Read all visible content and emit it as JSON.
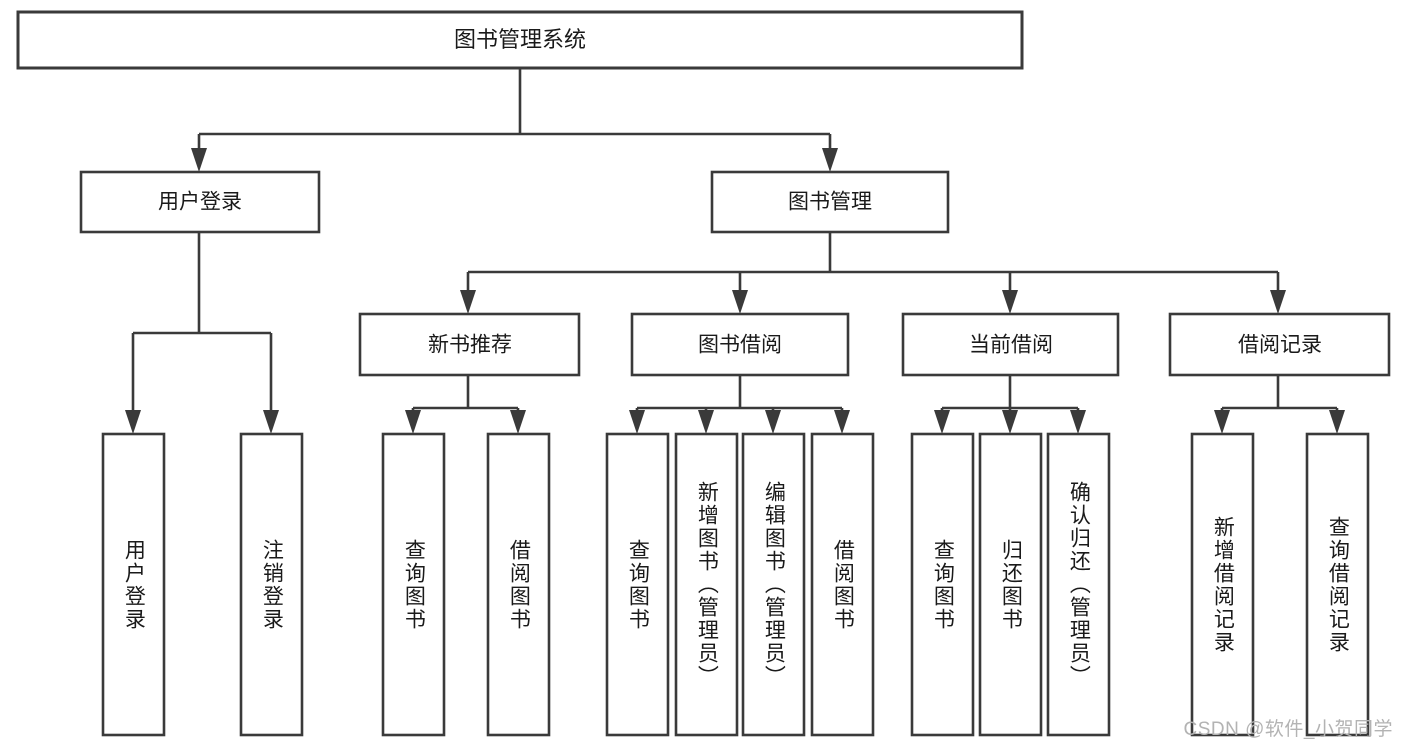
{
  "diagram": {
    "title": "图书管理系统",
    "type": "tree",
    "watermark": "CSDN @软件_小贺同学",
    "colors": {
      "stroke": "#3a3a3a",
      "fill": "#ffffff",
      "text": "#1a1a1a",
      "watermark": "#b3b3b3",
      "background": "#ffffff"
    },
    "root": {
      "label": "图书管理系统"
    },
    "level2": [
      {
        "label": "用户登录"
      },
      {
        "label": "图书管理"
      }
    ],
    "level3": [
      {
        "label": "新书推荐"
      },
      {
        "label": "图书借阅"
      },
      {
        "label": "当前借阅"
      },
      {
        "label": "借阅记录"
      }
    ],
    "leaves": {
      "user_login": [
        {
          "label": "用户登录"
        },
        {
          "label": "注销登录"
        }
      ],
      "new_book_recommend": [
        {
          "label": "查询图书"
        },
        {
          "label": "借阅图书"
        }
      ],
      "book_borrow": [
        {
          "label": "查询图书"
        },
        {
          "label": "新增图书（管理员）"
        },
        {
          "label": "编辑图书（管理员）"
        },
        {
          "label": "借阅图书"
        }
      ],
      "current_borrow": [
        {
          "label": "查询图书"
        },
        {
          "label": "归还图书"
        },
        {
          "label": "确认归还（管理员）"
        }
      ],
      "borrow_record": [
        {
          "label": "新增借阅记录"
        },
        {
          "label": "查询借阅记录"
        }
      ]
    }
  }
}
